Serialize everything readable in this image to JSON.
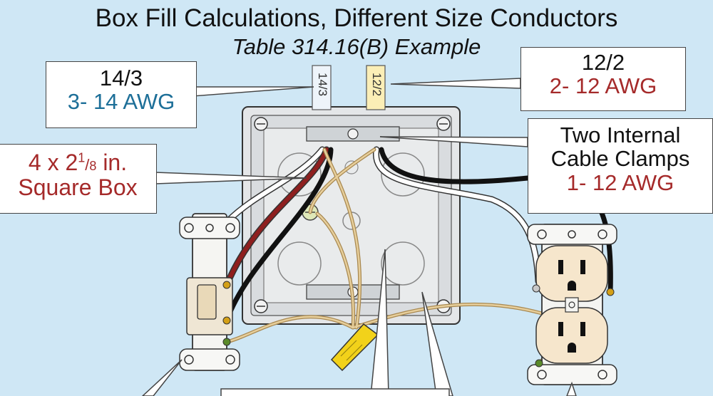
{
  "title": "Box Fill Calculations, Different Size Conductors",
  "subtitle": "Table 314.16(B) Example",
  "tags": {
    "cable_a": "14/3",
    "cable_b": "12/2"
  },
  "callouts": {
    "cable_143": {
      "line1": "14/3",
      "line2": "3- 14 AWG"
    },
    "cable_122": {
      "line1": "12/2",
      "line2": "2- 12 AWG"
    },
    "box": {
      "line1_a": "4 x 2",
      "line1_sup": "1",
      "line1_slash": "/",
      "line1_sub": "8",
      "line1_b": " in.",
      "line2": "Square Box"
    },
    "clamps": {
      "line1": "Two Internal",
      "line2": "Cable Clamps",
      "line3": "1- 12 AWG"
    }
  },
  "colors": {
    "background": "#cfe7f5",
    "blue_text": "#1d6f98",
    "red_text": "#a52a2a",
    "box_metal": "#e4e6e8",
    "ground_wire": "#d6b77d",
    "wire_nut": "#f2d21a",
    "receptacle": "#f6e6cc"
  }
}
